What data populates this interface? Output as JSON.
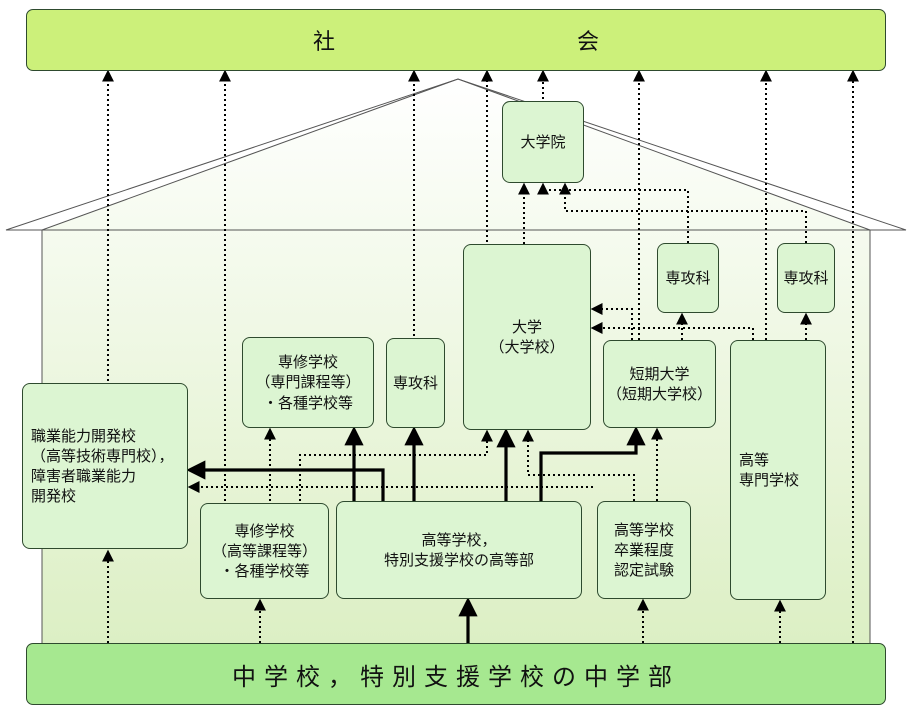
{
  "society": {
    "label": "社　　　　　　　　　　　会"
  },
  "bottom": {
    "label": "中学校，特別支援学校の中学部"
  },
  "boxes": {
    "graduate_school": "大学院",
    "university": "大学\n（大学校）",
    "advanced_course_univ": "専攻科",
    "advanced_course_kosen": "専攻科",
    "advanced_course_hs": "専攻科",
    "junior_college": "短期大学\n（短期大学校）",
    "kosen": "高等\n専門学校",
    "senmon_specialized": "専修学校\n（専門課程等）\n・各種学校等",
    "senmon_upper": "専修学校\n（高等課程等）\n・各種学校等",
    "high_school": "高等学校，\n特別支援学校の高等部",
    "equivalency_exam": "高等学校\n卒業程度\n認定試験",
    "vocational": "職業能力開発校\n（高等技術専門校），\n障害者職業能力\n開発校"
  },
  "colors": {
    "box_fill": "#dcf5d2",
    "bar_fill": "#ccf07a",
    "bottom_fill": "#a6e890",
    "border": "#2e4a2e"
  }
}
